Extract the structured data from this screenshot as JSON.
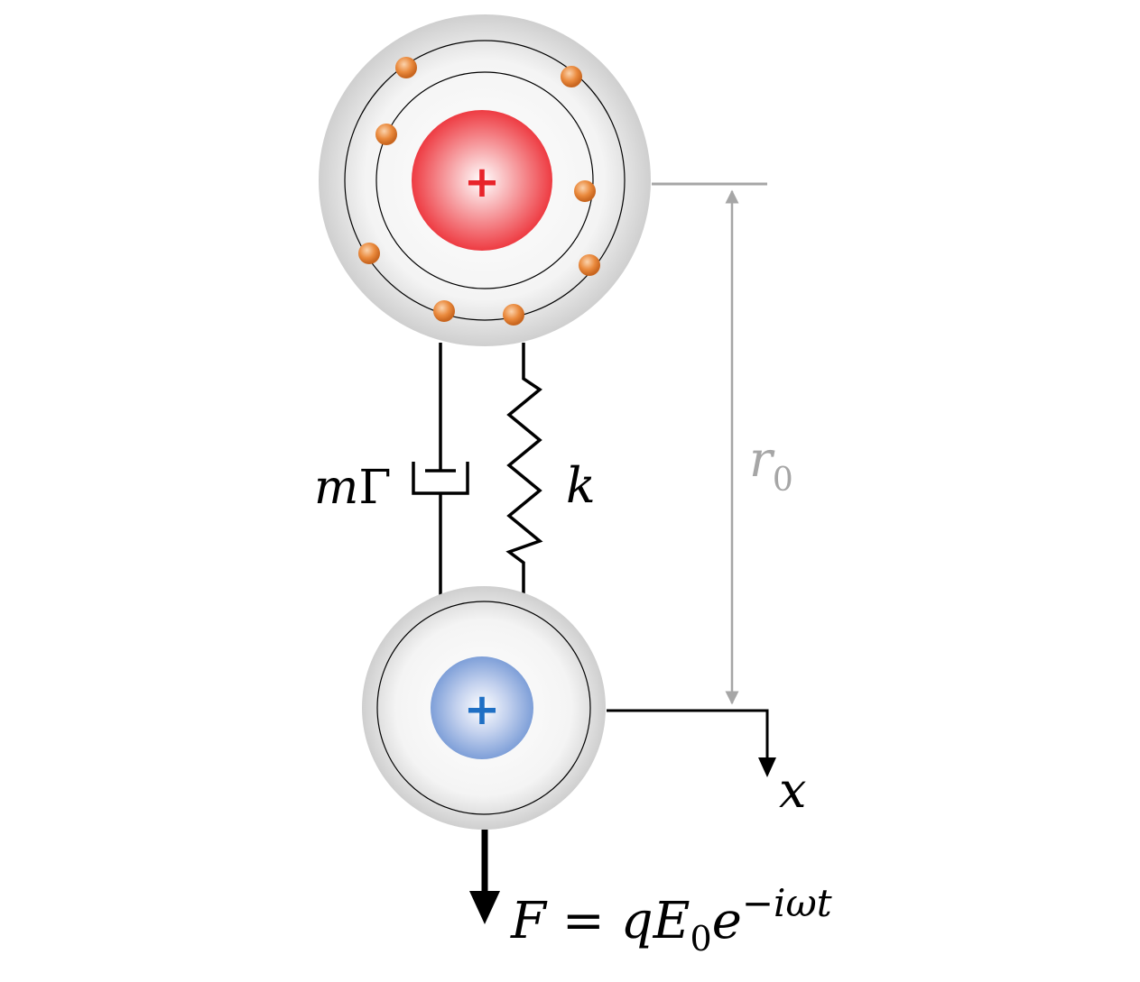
{
  "colors": {
    "nucleus_red": "#e8232a",
    "nucleus_blue": "#1f6fc4",
    "electron": "#e07b2f",
    "shell_gray": "#d4d4d4",
    "dimension_gray": "#a6a6a6",
    "line_black": "#000000"
  },
  "upper_atom": {
    "nucleus_charge": "+",
    "electron_count": 8,
    "shell_count": 2
  },
  "lower_atom": {
    "nucleus_charge": "+",
    "shell_count": 1
  },
  "damper_label": {
    "mass": "m",
    "gamma": "Γ"
  },
  "spring_label": "k",
  "distance_label": {
    "main": "r",
    "sub": "0"
  },
  "axis_label": "x",
  "force_label": {
    "lhs": "F",
    "eq": "=",
    "q": "q",
    "E": "E",
    "E_sub": "0",
    "e": "e",
    "exponent": "−iωt"
  }
}
